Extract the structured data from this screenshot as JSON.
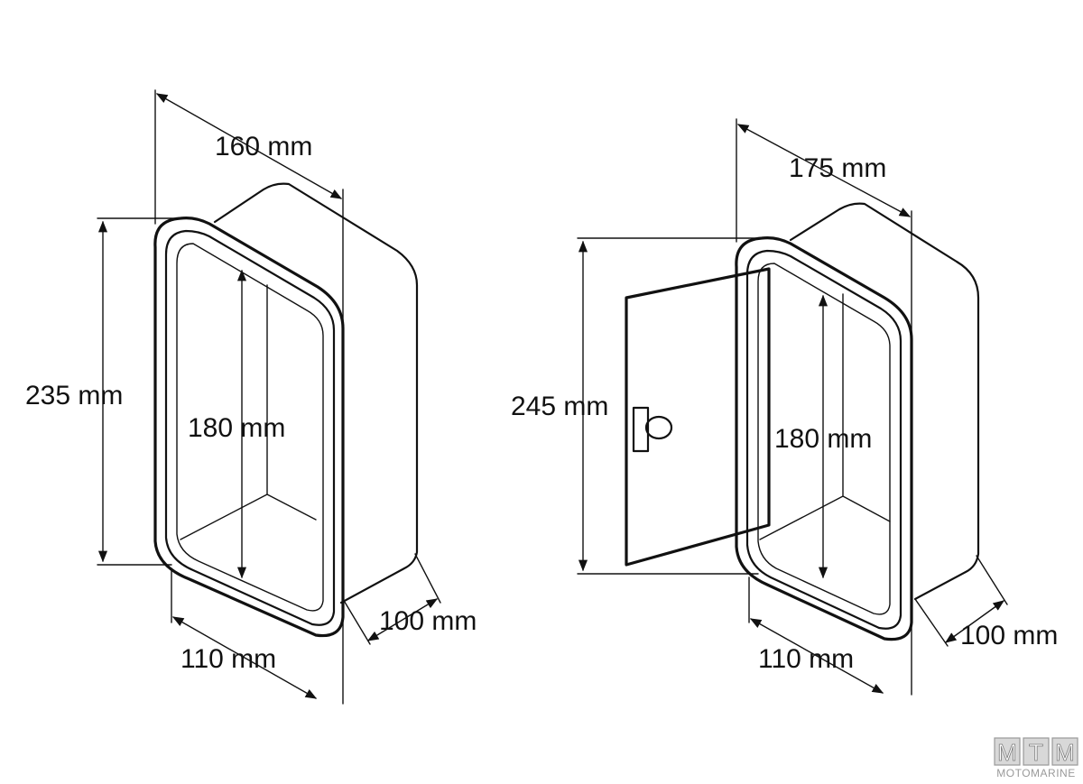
{
  "diagram": {
    "left_box": {
      "width_label": "160 mm",
      "height_label": "235 mm",
      "inner_height_label": "180 mm",
      "bottom_width_label": "110 mm",
      "depth_label": "100 mm"
    },
    "right_box": {
      "width_label": "175 mm",
      "height_label": "245 mm",
      "inner_height_label": "180 mm",
      "bottom_width_label": "110 mm",
      "depth_label": "100 mm"
    }
  },
  "logo": {
    "letters": [
      "M",
      "T",
      "M"
    ],
    "subtitle": "MOTOMARINE"
  }
}
